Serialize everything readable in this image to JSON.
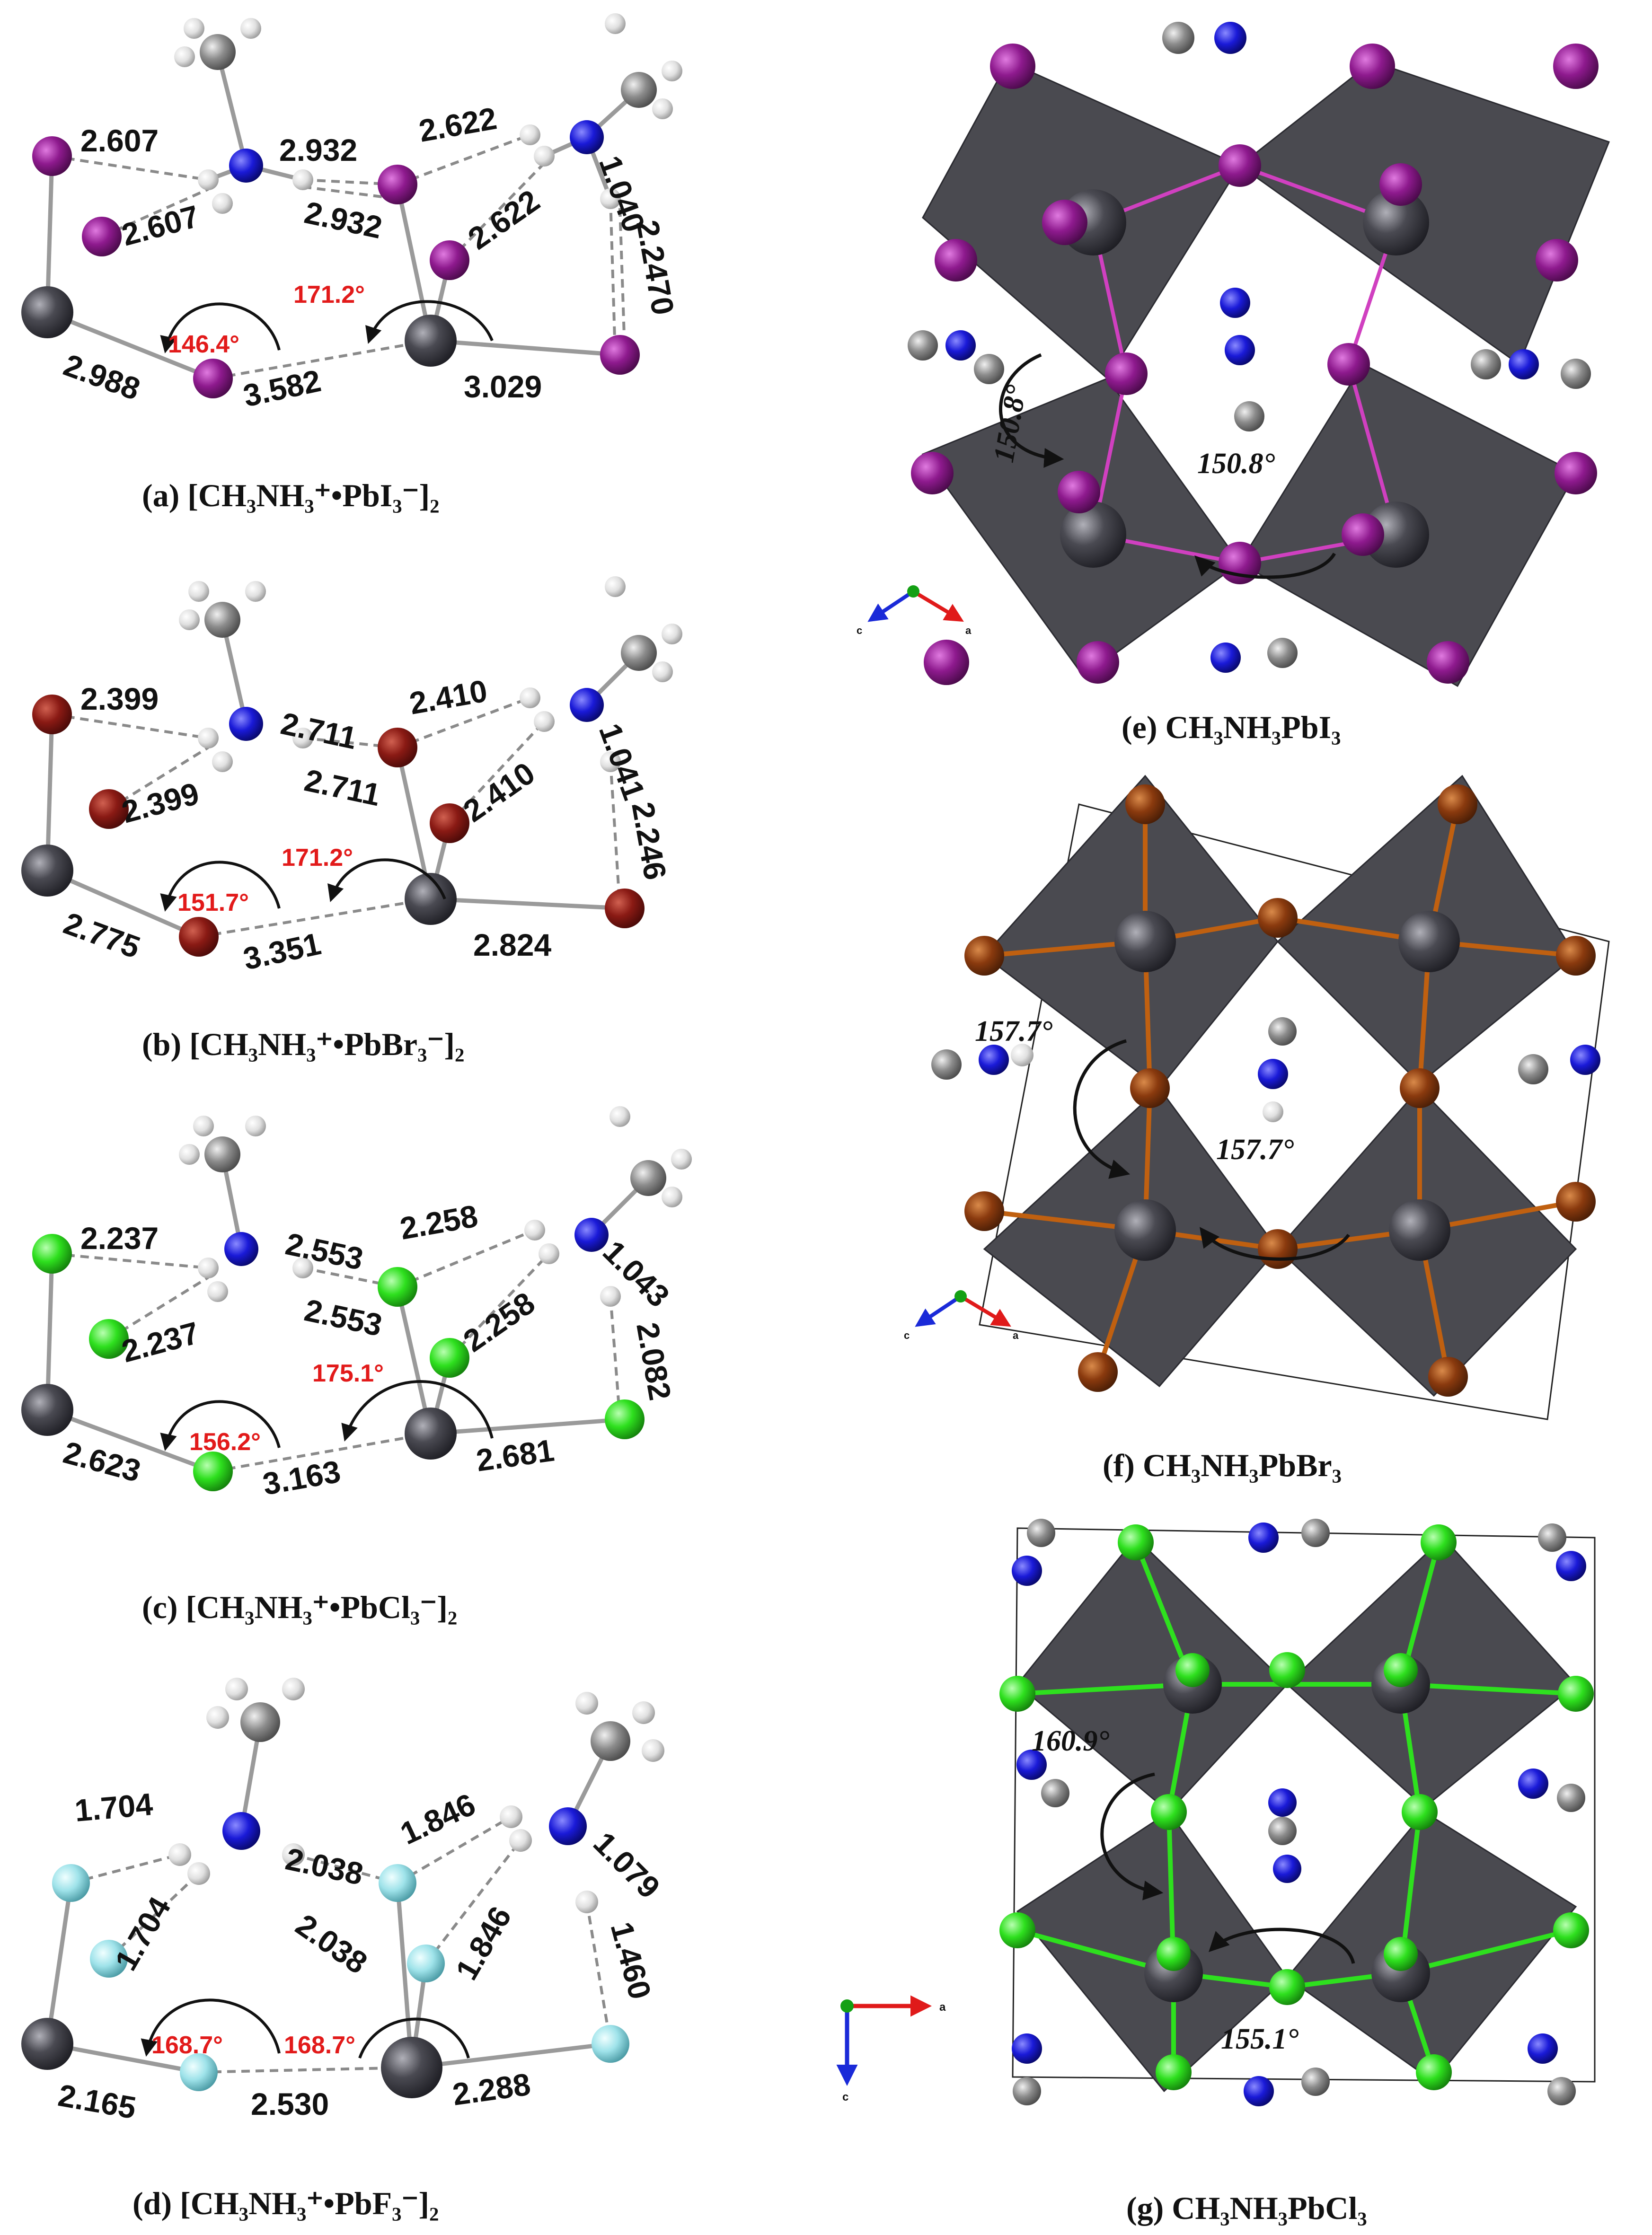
{
  "panels": {
    "a": {
      "caption": "(a) [CH₃NH₃⁺•PbI₃⁻]₂",
      "distances": [
        "2.607",
        "2.607",
        "2.932",
        "2.932",
        "2.622",
        "2.622",
        "1.040",
        "2.2470",
        "2.988",
        "3.582",
        "3.029"
      ],
      "angles": [
        "146.4°",
        "171.2°"
      ],
      "halide_color": "#8e1a8e"
    },
    "b": {
      "caption": "(b) [CH₃NH₃⁺•PbBr₃⁻]₂",
      "distances": [
        "2.399",
        "2.399",
        "2.711",
        "2.711",
        "2.410",
        "2.410",
        "1.041",
        "2.246",
        "2.775",
        "3.351",
        "2.824"
      ],
      "angles": [
        "151.7°",
        "171.2°"
      ],
      "halide_color": "#8a1a14"
    },
    "c": {
      "caption": "(c) [CH₃NH₃⁺•PbCl₃⁻]₂",
      "distances": [
        "2.237",
        "2.237",
        "2.553",
        "2.553",
        "2.258",
        "2.258",
        "1.043",
        "2.082",
        "2.623",
        "3.163",
        "2.681"
      ],
      "angles": [
        "156.2°",
        "175.1°"
      ],
      "halide_color": "#2ee01e"
    },
    "d": {
      "caption": "(d) [CH₃NH₃⁺•PbF₃⁻]₂",
      "distances": [
        "1.704",
        "1.704",
        "2.038",
        "2.038",
        "1.846",
        "1.846",
        "1.079",
        "1.460",
        "2.165",
        "2.530",
        "2.288"
      ],
      "angles": [
        "168.7°",
        "168.7°"
      ],
      "halide_color": "#9fe3ea"
    },
    "e": {
      "caption": "(e) CH₃NH₃PbI₃",
      "angles": [
        "150.8°",
        "150.8°"
      ],
      "axes": [
        "c",
        "a"
      ],
      "halide_color": "#8e1a8e"
    },
    "f": {
      "caption": "(f) CH₃NH₃PbBr₃",
      "angles": [
        "157.7°",
        "157.7°"
      ],
      "axes": [
        "c",
        "a"
      ],
      "halide_color": "#8a3a0e"
    },
    "g": {
      "caption": "(g) CH₃NH₃PbCl₃",
      "angles": [
        "160.9°",
        "155.1°"
      ],
      "axes": [
        "a",
        "c"
      ],
      "halide_color": "#3ce41e"
    }
  },
  "colors": {
    "lead": "#3c3c44",
    "nitrogen": "#1a1ad8",
    "carbon": "#8c8c8c",
    "hydrogen": "#e8e8e8",
    "octahedron": "#4a4a50",
    "angle_label": "#e21a1a"
  },
  "icons": [
    "curved-arrow-icon",
    "axis-triad-icon"
  ]
}
